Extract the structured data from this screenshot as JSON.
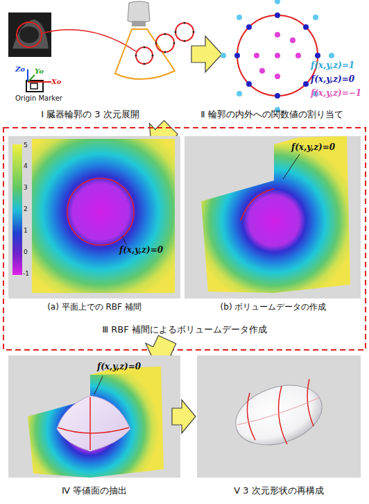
{
  "diagram": {
    "labels": [
      "Zo",
      "Yo",
      "Xo",
      "Origin Marker",
      "f(x,y,z)=1",
      "f(x,y,z)=0",
      "f(x,y,z)=−1",
      "Ⅰ 臓器輪郭の 3 次元展開",
      "Ⅱ 輪郭の内外への関数値の割り当て",
      "5",
      "4",
      "3",
      "2",
      "1",
      "0",
      "-1",
      "f(x,y,z)=0",
      "(a) 平面上での RBF 補間",
      "f(x,y,z)=0",
      "(b) ボリュームデータの作成",
      "Ⅲ RBF 補間によるボリュームデータ作成",
      "f(x,y,z)=0",
      "Ⅳ 等値面の抽出",
      "Ⅴ 3 次元形状の再構成"
    ]
  }
}
